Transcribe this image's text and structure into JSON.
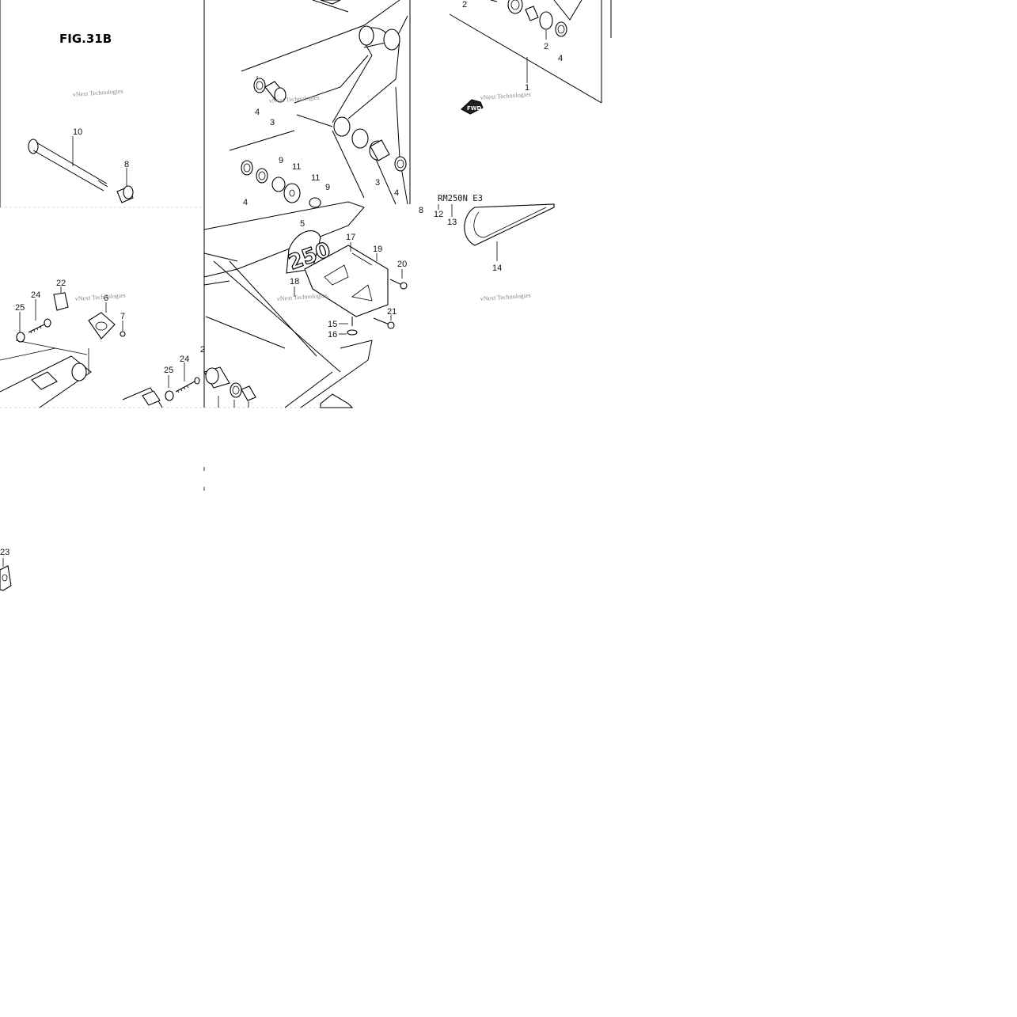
{
  "figure": {
    "title": "FIG.31B"
  },
  "model_note": "RM250N E3",
  "fwd_label": "FWD",
  "decal_text": "250",
  "watermark": "vNext Technologies",
  "callouts": {
    "c1": "1",
    "c2a": "2",
    "c2b": "2",
    "c3a": "3",
    "c3b": "3",
    "c4a": "4",
    "c4b": "4",
    "c4c": "4",
    "c4d": "4",
    "c5": "5",
    "c6": "6",
    "c7": "7",
    "c8a": "8",
    "c8b": "8",
    "c9a": "9",
    "c9b": "9",
    "c10": "10",
    "c11a": "11",
    "c11b": "11",
    "c12": "12",
    "c13": "13",
    "c14": "14",
    "c15": "15",
    "c16": "16",
    "c17": "17",
    "c18": "18",
    "c19": "19",
    "c20": "20",
    "c21": "21",
    "c22": "22",
    "c23": "23",
    "c24a": "24",
    "c24b": "24",
    "c25a": "25",
    "c25b": "25",
    "c2c": "2"
  }
}
